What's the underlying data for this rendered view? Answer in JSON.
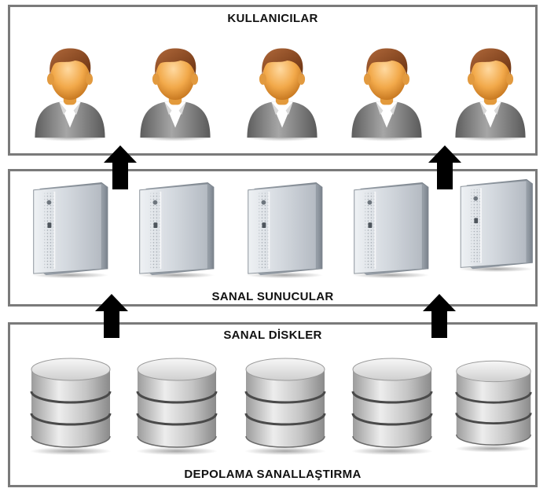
{
  "diagram": {
    "title_users": "KULLANICILAR",
    "title_servers": "SANAL SUNUCULAR",
    "title_virtual_disks": "SANAL DİSKLER",
    "title_storage": "DEPOLAMA SANALLAŞTIRMA",
    "users": [
      "user-icon",
      "user-icon",
      "user-icon",
      "user-icon",
      "user-icon"
    ],
    "servers": [
      "server-tower-icon",
      "server-tower-icon",
      "server-tower-icon",
      "server-tower-icon",
      "server-tower-icon"
    ],
    "disks": [
      "disk-stack-icon",
      "disk-stack-icon",
      "disk-stack-icon",
      "disk-stack-icon",
      "disk-stack-icon"
    ],
    "arrows": [
      "up-arrow-icon",
      "up-arrow-icon",
      "up-arrow-icon",
      "up-arrow-icon"
    ],
    "colors": {
      "border": "#7a7a7a",
      "skin": "#f2a94a",
      "hair": "#8a4a1c",
      "suit": "#7d7d7d",
      "shirt": "#ffffff",
      "server": "#c9cfd6",
      "disk": "#bdbdbd",
      "arrow": "#000000"
    }
  }
}
